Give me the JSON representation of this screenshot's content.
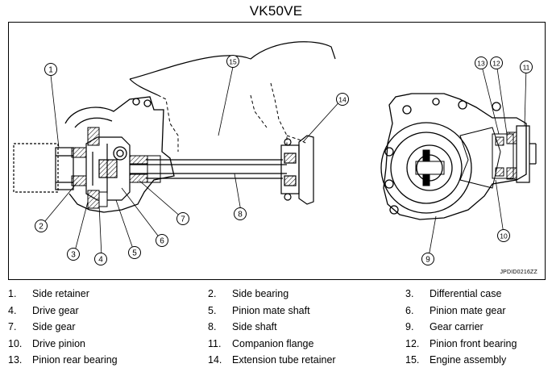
{
  "title": "VK50VE",
  "image_code": "JPDID0216ZZ",
  "callouts": [
    "1",
    "2",
    "3",
    "4",
    "5",
    "6",
    "7",
    "8",
    "9",
    "10",
    "11",
    "12",
    "13",
    "14",
    "15"
  ],
  "legend": [
    {
      "num": "1.",
      "text": "Side retainer"
    },
    {
      "num": "2.",
      "text": "Side bearing"
    },
    {
      "num": "3.",
      "text": "Differential case"
    },
    {
      "num": "4.",
      "text": "Drive gear"
    },
    {
      "num": "5.",
      "text": "Pinion mate shaft"
    },
    {
      "num": "6.",
      "text": "Pinion mate gear"
    },
    {
      "num": "7.",
      "text": "Side gear"
    },
    {
      "num": "8.",
      "text": "Side shaft"
    },
    {
      "num": "9.",
      "text": "Gear carrier"
    },
    {
      "num": "10.",
      "text": "Drive pinion"
    },
    {
      "num": "11.",
      "text": "Companion flange"
    },
    {
      "num": "12.",
      "text": "Pinion front bearing"
    },
    {
      "num": "13.",
      "text": "Pinion rear bearing"
    },
    {
      "num": "14.",
      "text": "Extension tube retainer"
    },
    {
      "num": "15.",
      "text": "Engine assembly"
    }
  ]
}
